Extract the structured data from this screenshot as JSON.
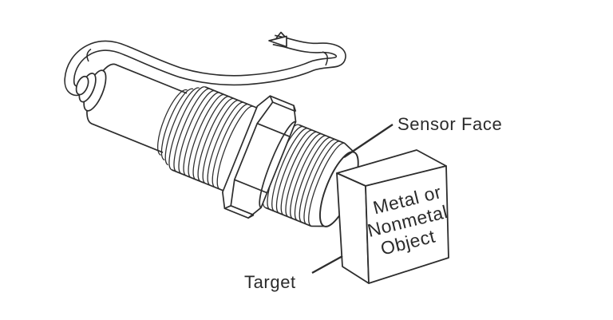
{
  "diagram": {
    "description": "Proximity sensor aimed at a target object",
    "colors": {
      "ink": "#2d2d2d",
      "background": "#ffffff"
    },
    "labels": {
      "sensor_face": "Sensor Face",
      "target": "Target"
    },
    "box": {
      "line1": "Metal or",
      "line2": "Nonmetal",
      "line3": "Object"
    }
  }
}
